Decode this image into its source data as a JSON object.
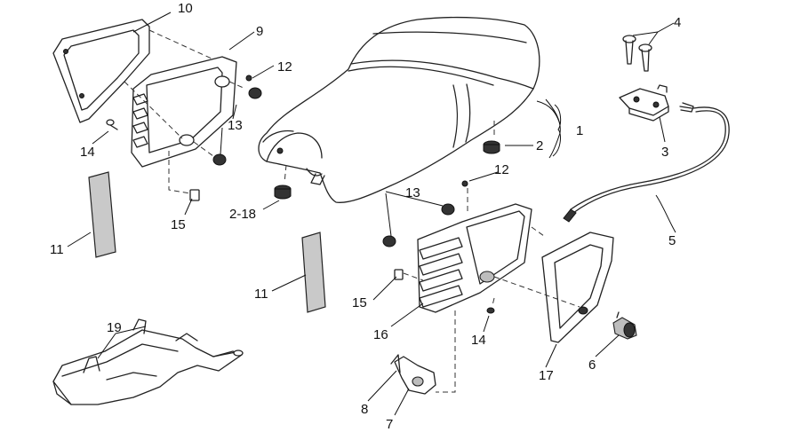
{
  "diagram": {
    "callouts": {
      "c1": "1",
      "c2": "2",
      "c2_18": "2-18",
      "c3": "3",
      "c4": "4",
      "c5": "5",
      "c6": "6",
      "c7": "7",
      "c8": "8",
      "c9": "9",
      "c10": "10",
      "c11a": "11",
      "c11b": "11",
      "c12a": "12",
      "c12b": "12",
      "c13a": "13",
      "c13b": "13",
      "c14a": "14",
      "c14b": "14",
      "c15a": "15",
      "c15b": "15",
      "c16": "16",
      "c17": "17",
      "c19": "19"
    }
  }
}
